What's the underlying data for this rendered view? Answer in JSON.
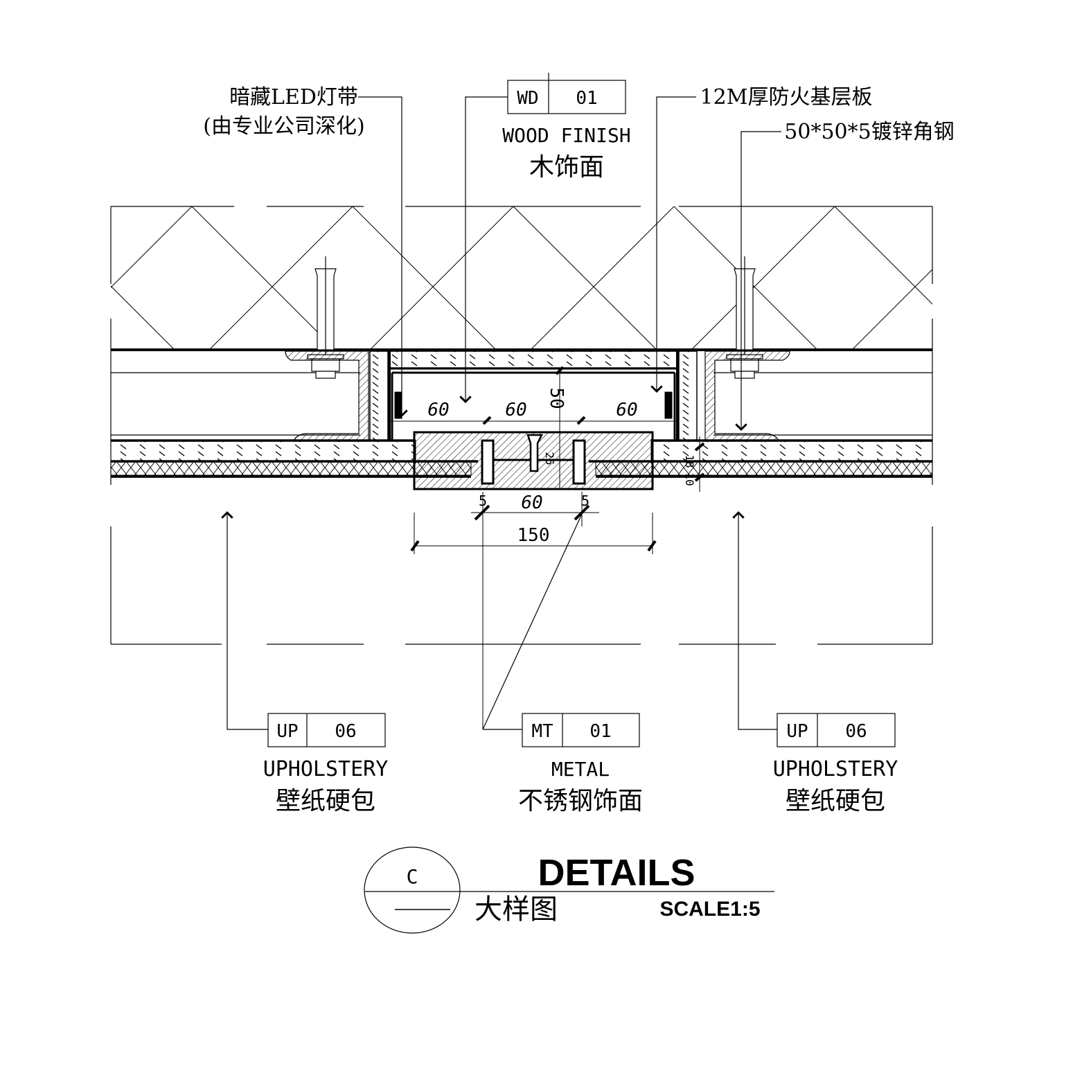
{
  "callouts": {
    "led": {
      "line1": "暗藏LED灯带",
      "line2": "(由专业公司深化)"
    },
    "wood": {
      "code": "WD",
      "num": "01",
      "en": "WOOD FINISH",
      "cn": "木饰面"
    },
    "fireboard": {
      "text": "12M厚防火基层板"
    },
    "angle_steel": {
      "text": "50*50*5镀锌角钢"
    },
    "up_left": {
      "code": "UP",
      "num": "06",
      "en": "UPHOLSTERY",
      "cn": "壁纸硬包"
    },
    "metal": {
      "code": "MT",
      "num": "01",
      "en": "METAL",
      "cn": "不锈钢饰面"
    },
    "up_right": {
      "code": "UP",
      "num": "06",
      "en": "UPHOLSTERY",
      "cn": "壁纸硬包"
    }
  },
  "dimensions": {
    "d1": "60",
    "d2": "60",
    "d3": "60",
    "d4": "50",
    "d5": "60",
    "d6": "5",
    "d7": "5",
    "d8": "150",
    "d9": "18",
    "d10": "10",
    "d11": "25"
  },
  "title_block": {
    "mark": "C",
    "title": "DETAILS",
    "subtitle": "大样图",
    "scale": "SCALE1:5"
  }
}
